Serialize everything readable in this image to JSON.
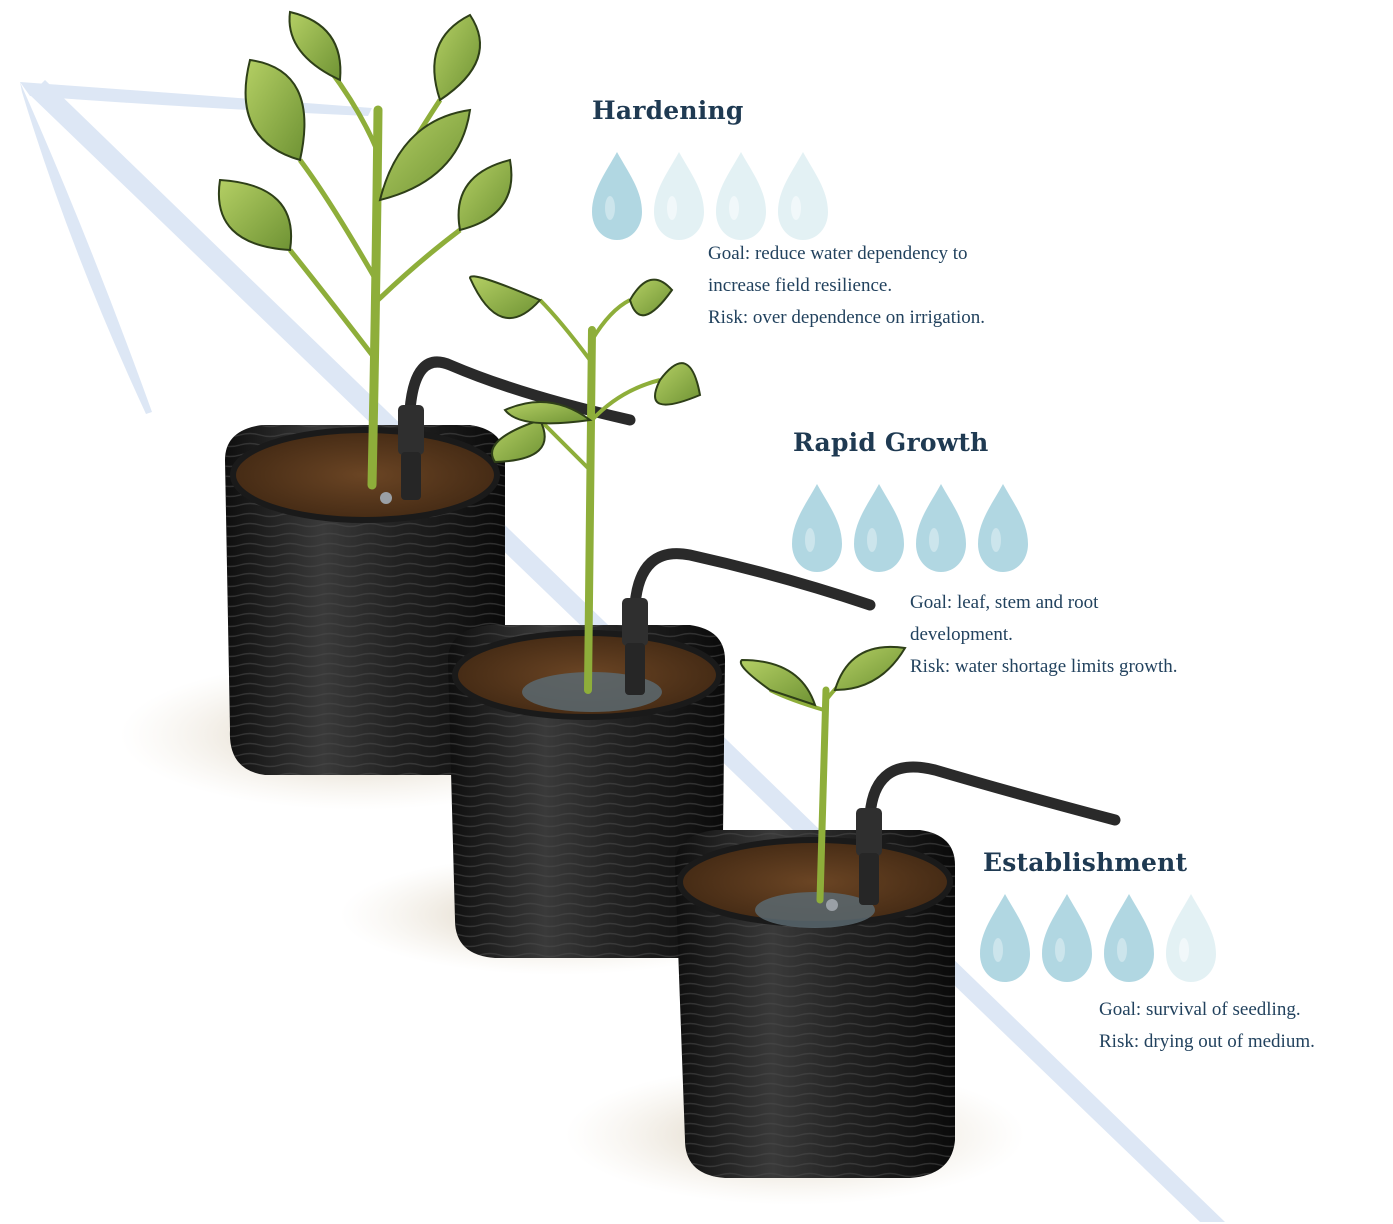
{
  "stages": [
    {
      "id": "hardening",
      "title": "Hardening",
      "water_level": 1,
      "water_max": 4,
      "goal": "Goal: reduce water dependency to increase field resilience.",
      "goal_line1": "Goal: reduce water dependency to",
      "goal_line2": "increase field resilience.",
      "risk": "Risk: over dependence on irrigation."
    },
    {
      "id": "rapid-growth",
      "title": "Rapid Growth",
      "water_level": 4,
      "water_max": 4,
      "goal_line1": "Goal: leaf, stem and root",
      "goal_line2": "development.",
      "risk": "Risk: water shortage limits growth."
    },
    {
      "id": "establishment",
      "title": "Establishment",
      "water_level": 3,
      "water_max": 4,
      "goal_line1": "Goal: survival of seedling.",
      "risk": "Risk: drying out of medium."
    }
  ],
  "colors": {
    "title": "#1f3a52",
    "text": "#22425e",
    "drop_full": "#a9d3df",
    "drop_faint": "#e3f1f4",
    "arrow": "#dfe8f6",
    "bag": "#1b1b1b",
    "soil": "#5a3a1e",
    "leaf": "#8fb04a",
    "stem": "#9bb53f"
  },
  "icons": [
    "arrow-icon",
    "water-drop-icon",
    "seedling-bag-illustration",
    "drip-tube-icon"
  ]
}
